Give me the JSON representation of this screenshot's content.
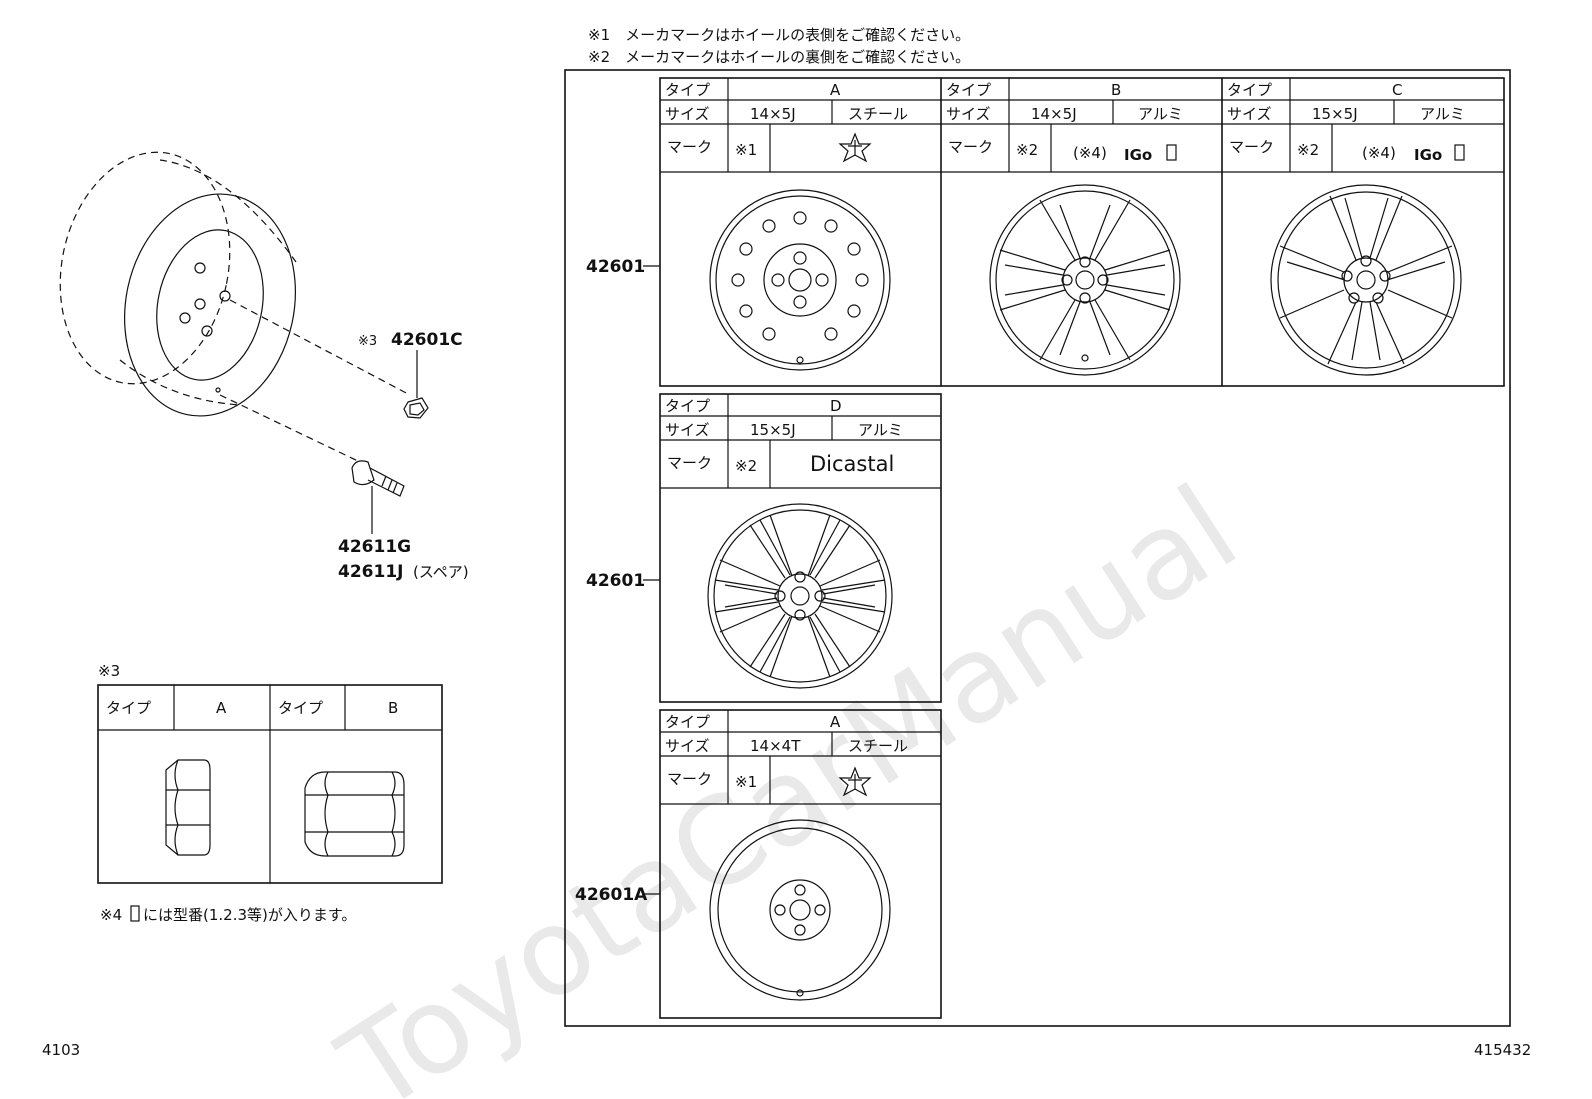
{
  "notes": {
    "note1": "※1　メーカマークはホイールの表側をご確認ください。",
    "note2": "※2　メーカマークはホイールの裏側をご確認ください。",
    "note4": "には型番(1.2.3等)が入ります。",
    "note4_prefix": "※4",
    "note3_label": "※3"
  },
  "labels": {
    "type": "タイプ",
    "size": "サイズ",
    "mark": "マーク",
    "steel": "スチール",
    "alumi": "アルミ",
    "ref1": "※1",
    "ref2": "※2",
    "ref4": "(※4)",
    "mark_logo_text": "IGo"
  },
  "wheels": [
    {
      "type": "A",
      "size": "14×5J",
      "material": "スチール",
      "mark_ref": "※1"
    },
    {
      "type": "B",
      "size": "14×5J",
      "material": "アルミ",
      "mark_ref": "※2"
    },
    {
      "type": "C",
      "size": "15×5J",
      "material": "アルミ",
      "mark_ref": "※2"
    },
    {
      "type": "D",
      "size": "15×5J",
      "material": "アルミ",
      "mark_ref": "※2",
      "brand": "Dicastal"
    },
    {
      "type": "A",
      "size": "14×4T",
      "material": "スチール",
      "mark_ref": "※1"
    }
  ],
  "part_numbers": {
    "row1": "42601",
    "row2": "42601",
    "row3": "42601A",
    "nut": "42601C",
    "nut_ref": "※3",
    "valve": "42611G",
    "valve_spare": "42611J",
    "valve_spare_suffix": "(スペア)"
  },
  "nut_table": {
    "type_a": "A",
    "type_b": "B"
  },
  "footer": {
    "left": "4103",
    "right": "415432"
  },
  "watermark": "ToyotaCarManual"
}
